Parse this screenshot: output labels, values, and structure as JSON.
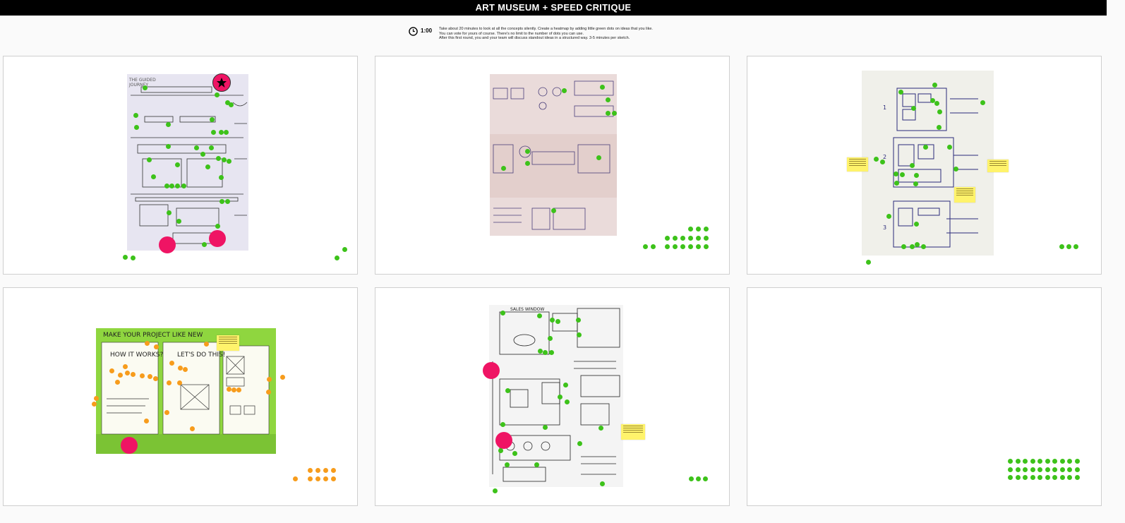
{
  "header": {
    "title": "ART MUSEUM + SPEED CRITIQUE"
  },
  "instructions": {
    "timer": "1:00",
    "lines": [
      "Take about 20 minutes to look at all the concepts silently. Create a heatmap by adding little green dots on ideas that you like.",
      "You can vote for yours of course. There's no limit to the number of dots you can use.",
      "After this first round, you and your team will discuss standout ideas in a structured way. 3-5 minutes per sketch."
    ]
  },
  "colors": {
    "green_dot": "#3dc21a",
    "orange_dot": "#f79c1c",
    "pink_vote": "#ef1464",
    "sticky_note": "#fff36b"
  },
  "panels": [
    {
      "id": "sketch-1",
      "description": "sketch board 1"
    },
    {
      "id": "sketch-2",
      "description": "sketch board 2"
    },
    {
      "id": "sketch-3",
      "description": "sketch board 3"
    },
    {
      "id": "sketch-4",
      "description": "sketch board 4"
    },
    {
      "id": "sketch-5",
      "description": "sketch board 5"
    },
    {
      "id": "sketch-6",
      "description": "empty board 6"
    }
  ]
}
